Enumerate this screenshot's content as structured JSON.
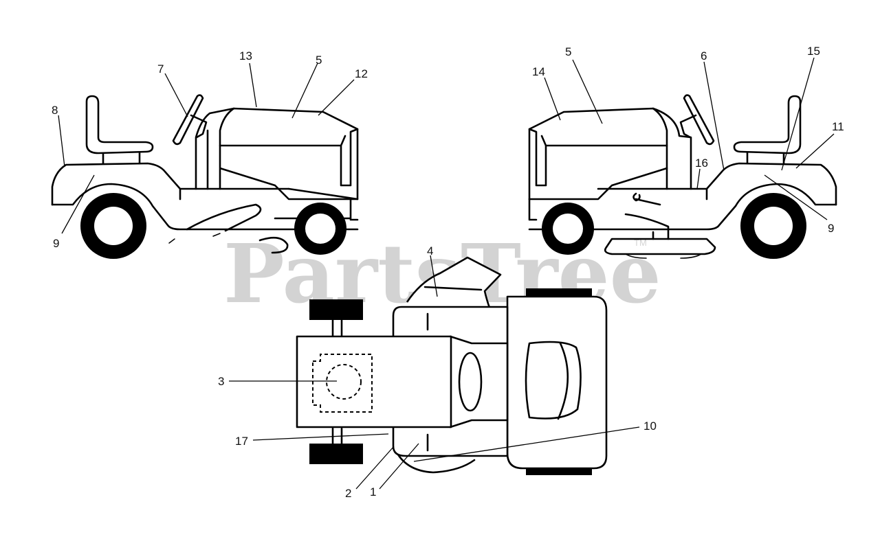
{
  "watermark": {
    "text": "PartsTree",
    "trademark": "TM"
  },
  "callouts": {
    "c1": "1",
    "c2": "2",
    "c3": "3",
    "c4": "4",
    "c5_left": "5",
    "c5_right": "5",
    "c6": "6",
    "c7": "7",
    "c8": "8",
    "c9_left": "9",
    "c9_right": "9",
    "c10": "10",
    "c11": "11",
    "c12": "12",
    "c13": "13",
    "c14": "14",
    "c15": "15",
    "c16": "16",
    "c17": "17"
  }
}
